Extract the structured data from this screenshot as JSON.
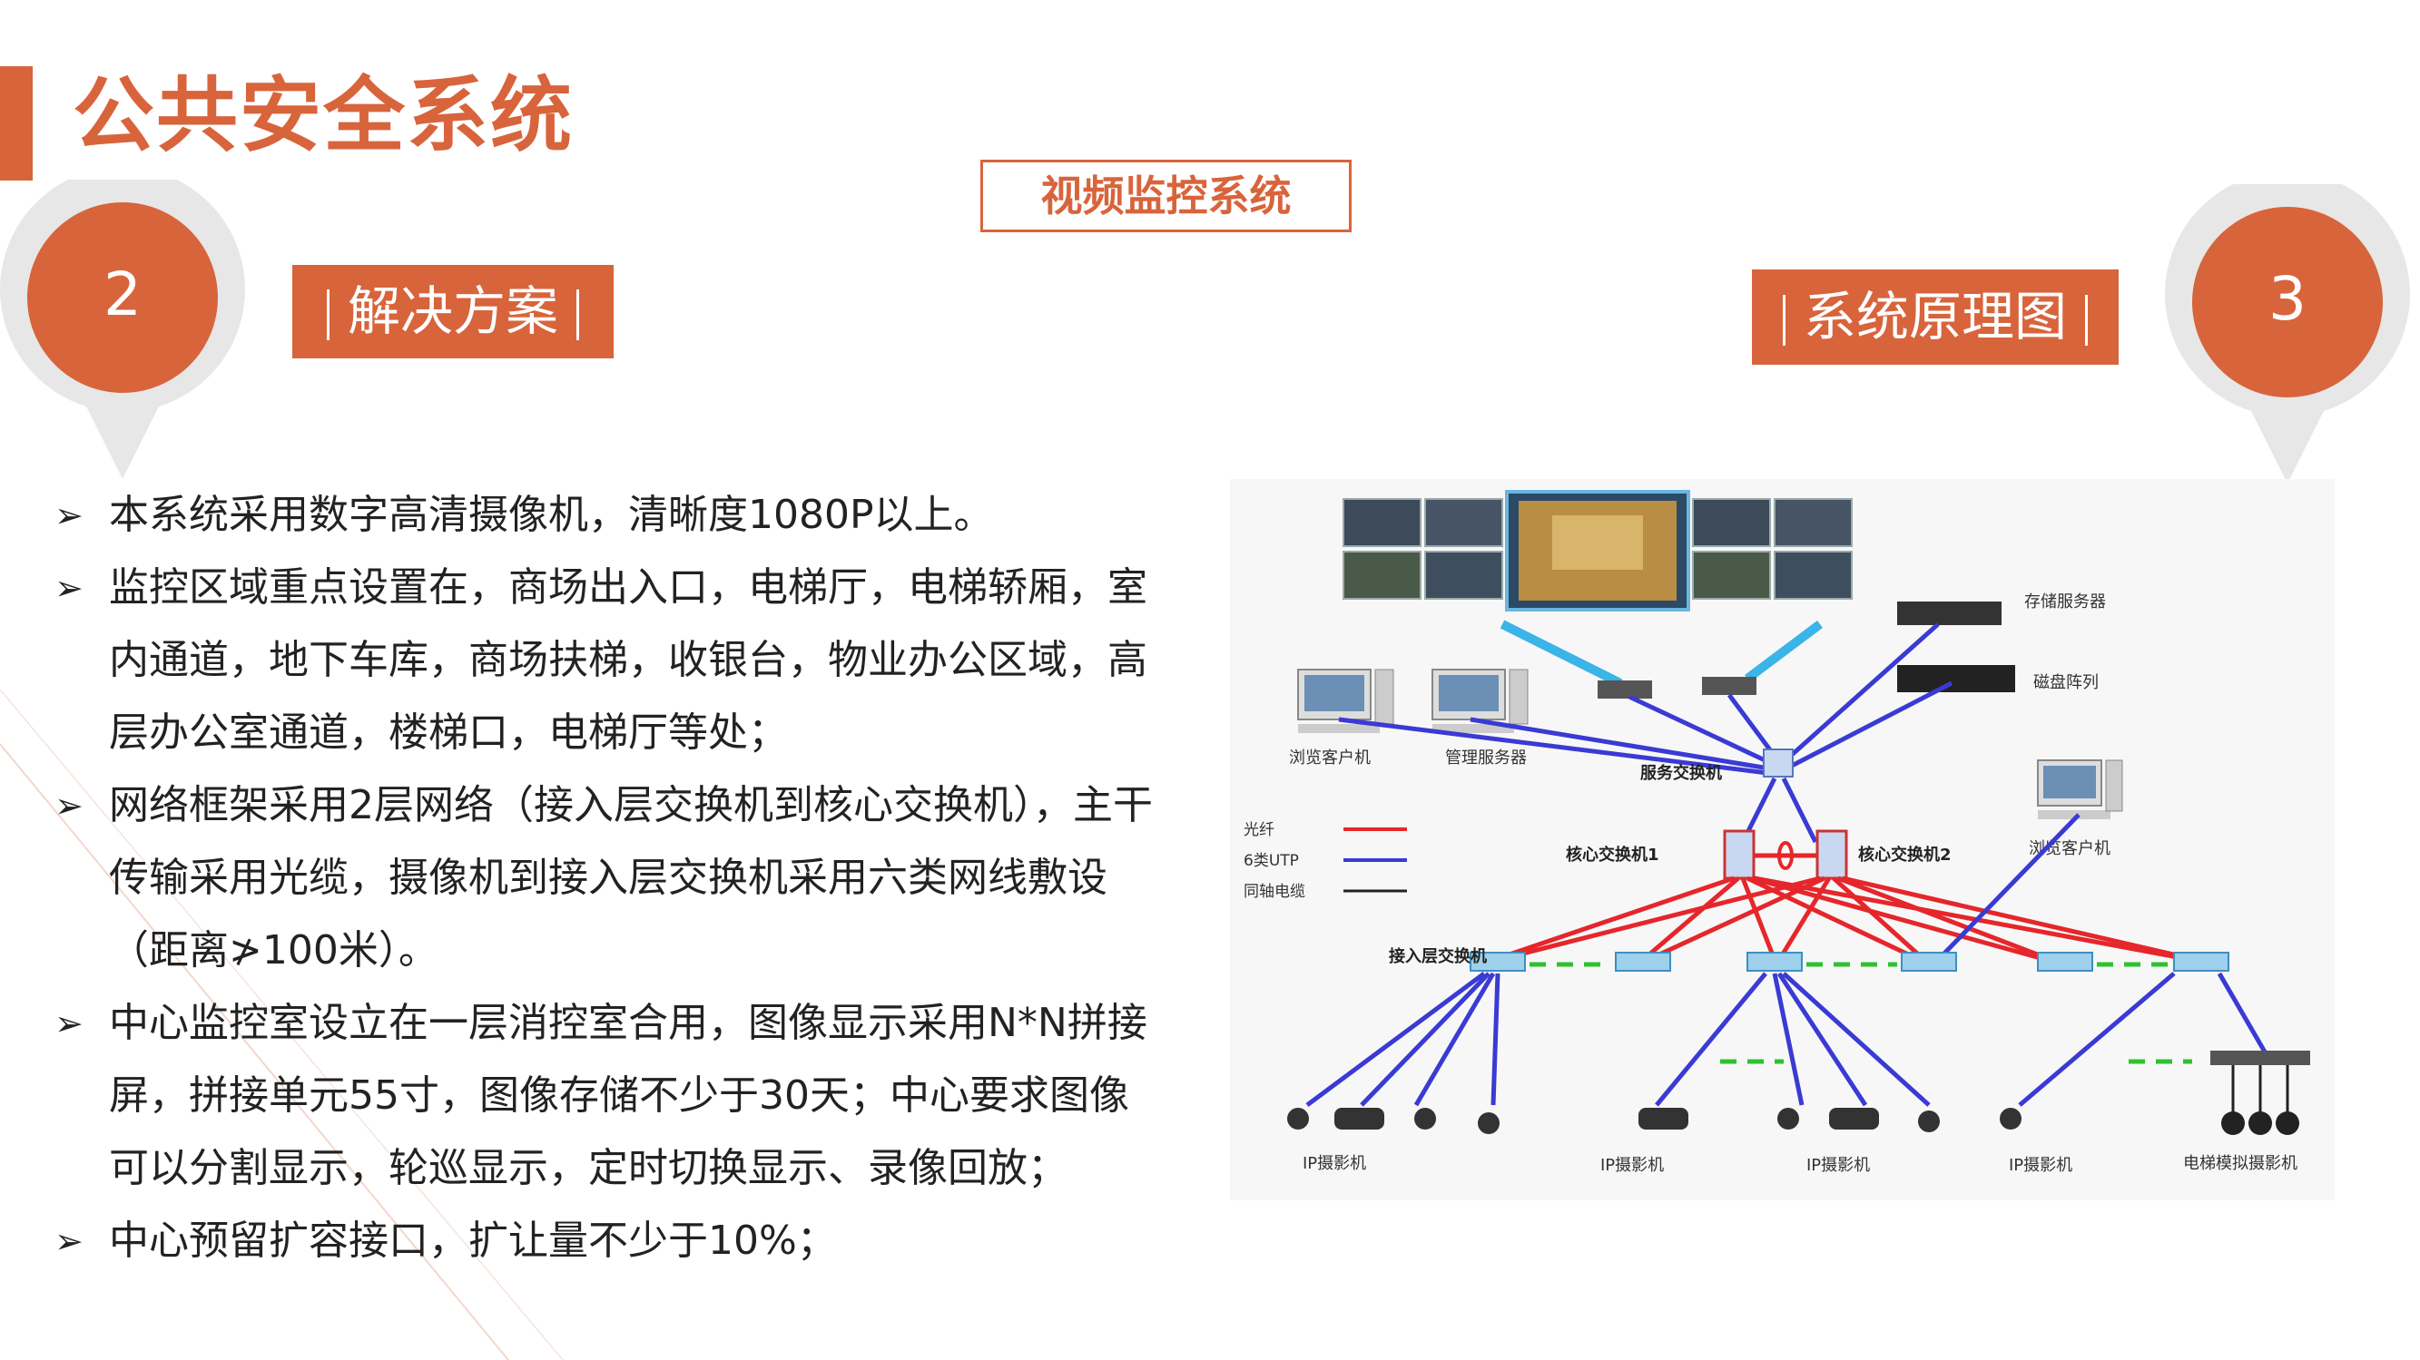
{
  "header": {
    "title": "公共安全系统",
    "subtitle": "视频监控系统"
  },
  "section_left": {
    "number": "2",
    "label": "解决方案"
  },
  "section_right": {
    "number": "3",
    "label": "系统原理图"
  },
  "bullets": [
    "本系统采用数字高清摄像机，清晰度1080P以上。",
    "监控区域重点设置在，商场出入口，电梯厅，电梯轿厢，室内通道，地下车库，商场扶梯，收银台，物业办公区域，高层办公室通道，楼梯口，电梯厅等处；",
    "网络框架采用2层网络（接入层交换机到核心交换机），主干传输采用光缆，摄像机到接入层交换机采用六类网线敷设（距离≯100米）。",
    "中心监控室设立在一层消控室合用，图像显示采用N*N拼接屏，拼接单元55寸，图像存储不少于30天；中心要求图像可以分割显示，轮巡显示，定时切换显示、录像回放；",
    "中心预留扩容接口，扩让量不少于10%；"
  ],
  "diagram": {
    "labels": {
      "storage_server": "存储服务器",
      "disk_array": "磁盘阵列",
      "browse_client_1": "浏览客户机",
      "management_server": "管理服务器",
      "service_switch": "服务交换机",
      "core_switch_1": "核心交换机1",
      "core_switch_2": "核心交换机2",
      "browse_client_2": "浏览客户机",
      "access_switch": "接入层交换机",
      "ip_camera_1": "IP摄影机",
      "ip_camera_2": "IP摄影机",
      "ip_camera_3": "IP摄影机",
      "ip_camera_4": "IP摄影机",
      "elevator_camera": "电梯模拟摄影机"
    },
    "legend": [
      {
        "label": "光纤",
        "color": "#e5262b"
      },
      {
        "label": "6类UTP",
        "color": "#3a3ad4"
      },
      {
        "label": "同轴电缆",
        "color": "#222222"
      }
    ]
  },
  "colors": {
    "accent": "#d8643c",
    "fiber": "#e5262b",
    "utp": "#3a3ad4",
    "coax": "#222222",
    "link": "#2ec22e"
  }
}
